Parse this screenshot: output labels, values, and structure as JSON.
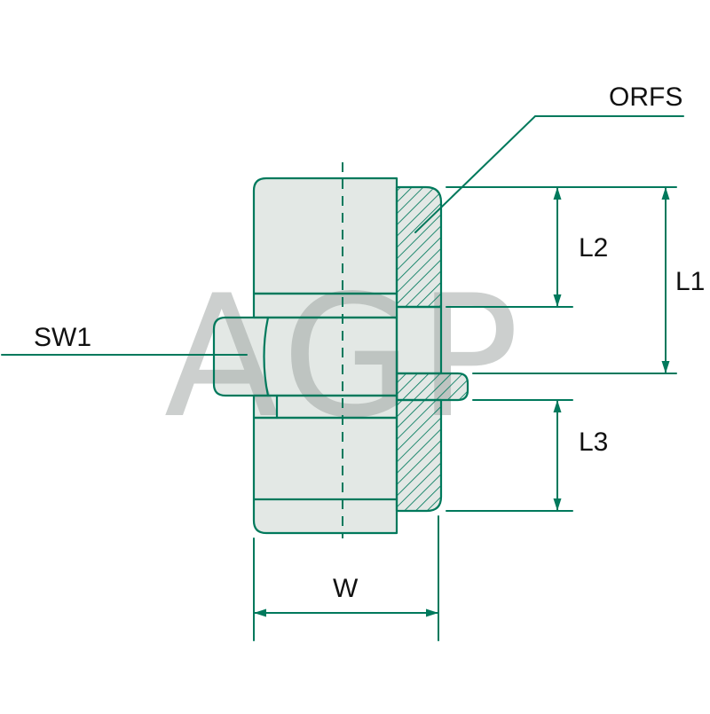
{
  "labels": {
    "orfs": "ORFS",
    "sw1": "SW1",
    "l1": "L1",
    "l2": "L2",
    "l3": "L3",
    "w": "W"
  },
  "watermark": "AGP",
  "colors": {
    "line": "#00795c",
    "fill": "#e3e8e5",
    "watermark": "#9aa19e",
    "label": "#111111",
    "background": "#ffffff"
  }
}
